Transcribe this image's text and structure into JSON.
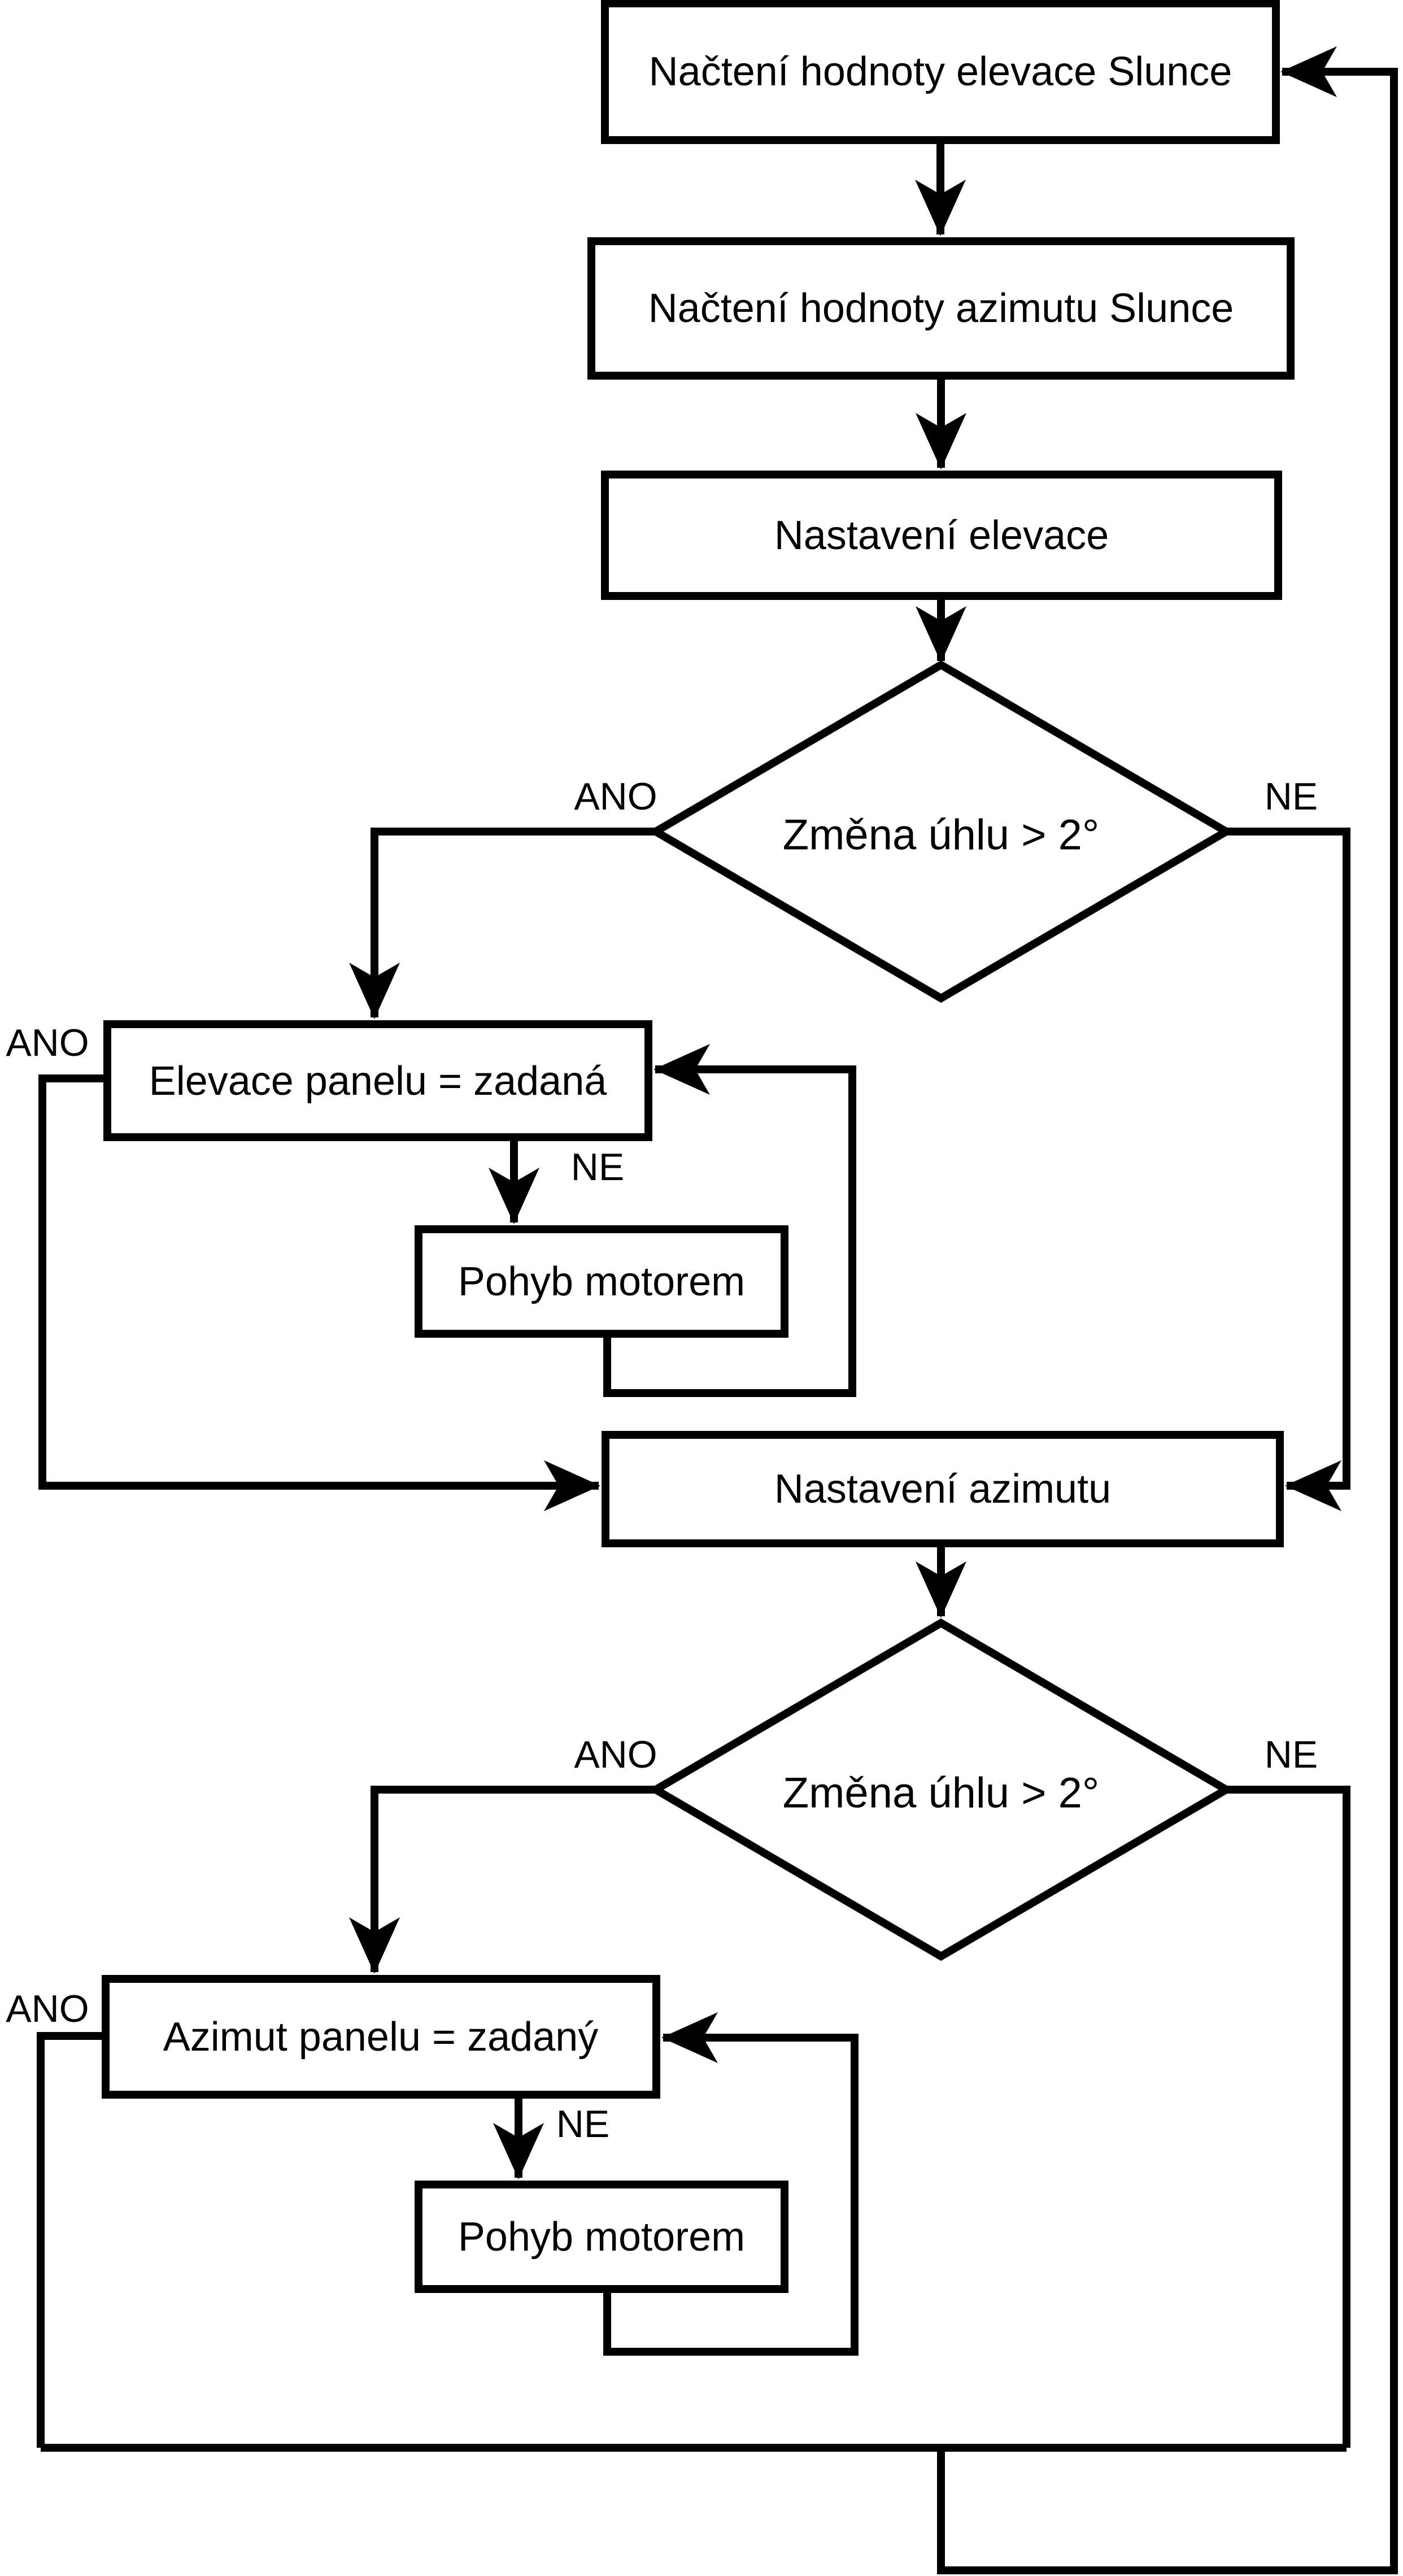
{
  "colors": {
    "ink": "#000000",
    "paper": "#ffffff"
  },
  "boxes": {
    "read_elevation": "Načtení hodnoty elevace Slunce",
    "read_azimuth": "Načtení hodnoty azimutu Slunce",
    "set_elevation": "Nastavení elevace",
    "elevation_check": "Elevace panelu = zadaná",
    "motor_move_elevation": "Pohyb motorem",
    "set_azimuth": "Nastavení azimutu",
    "azimuth_check": "Azimut panelu = zadaný",
    "motor_move_azimuth": "Pohyb motorem"
  },
  "decisions": {
    "elevation_angle": "Změna úhlu > 2°",
    "azimuth_angle": "Změna úhlu > 2°"
  },
  "labels": {
    "d1_yes": "ANO",
    "d1_no": "NE",
    "elev_yes": "ANO",
    "elev_no": "NE",
    "d2_yes": "ANO",
    "d2_no": "NE",
    "azim_yes": "ANO",
    "azim_no": "NE"
  }
}
